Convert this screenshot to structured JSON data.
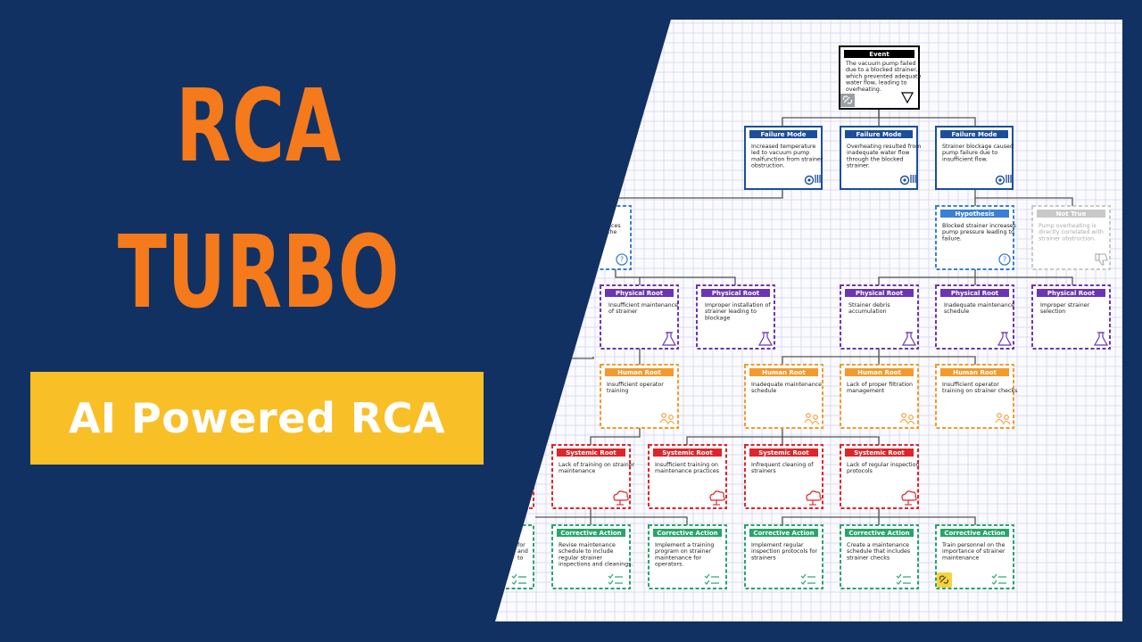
{
  "thumbnail": {
    "title_line_1": "RCA",
    "title_line_2": "TURBO",
    "badge_text": "AI Powered RCA",
    "colors": {
      "background": "#123163",
      "title": "#f47a1b",
      "badge": "#f9bf27",
      "badge_text": "#ffffff"
    }
  },
  "diagram": {
    "colors": {
      "event": "#000000",
      "failure_mode": "#1b4f9c",
      "hypothesis": "#3a7fd6",
      "not_true": "#c8c8c8",
      "physical_root": "#6b35b5",
      "human_root": "#f39a2b",
      "systemic_root": "#e0242a",
      "corrective_action": "#27a56a"
    },
    "event": {
      "label": "Event",
      "lines": [
        "The vacuum pump failed",
        "due to a blocked strainer,",
        "which prevented adequate",
        "water flow, leading to",
        "overheating."
      ]
    },
    "failure_modes": [
      {
        "label": "Failure Mode",
        "lines": [
          "Increased temperature",
          "led to vacuum pump",
          "malfunction from strainer",
          "obstruction."
        ]
      },
      {
        "label": "Failure Mode",
        "lines": [
          "Overheating resulted from",
          "inadequate water flow",
          "through the blocked",
          "strainer."
        ]
      },
      {
        "label": "Failure Mode",
        "lines": [
          "Strainer blockage caused",
          "pump failure due to",
          "insufficient flow."
        ]
      }
    ],
    "hypotheses": [
      {
        "label": "",
        "lines": [
          "uces",
          "the"
        ],
        "kind": "hypothesis"
      },
      {
        "label": "Hypothesis",
        "lines": [
          "Blocked strainer increases",
          "pump pressure leading to",
          "failure."
        ],
        "kind": "hypothesis"
      },
      {
        "label": "Not True",
        "lines": [
          "Pump overheating is",
          "directly correlated with",
          "strainer obstruction."
        ],
        "kind": "not_true"
      }
    ],
    "physical_roots": [
      {
        "label": "Physical Root",
        "lines": [
          "Insufficient maintenance",
          "of strainer"
        ]
      },
      {
        "label": "Physical Root",
        "lines": [
          "Improper installation of",
          "strainer leading to",
          "blockage"
        ]
      },
      {
        "label": "Physical Root",
        "lines": [
          "Strainer debris",
          "accumulation"
        ]
      },
      {
        "label": "Physical Root",
        "lines": [
          "Inadequate maintenance",
          "schedule"
        ]
      },
      {
        "label": "Physical Root",
        "lines": [
          "Improper strainer",
          "selection"
        ]
      }
    ],
    "human_roots": [
      {
        "label": "Human Root",
        "lines": [
          "Insufficient operator",
          "training"
        ]
      },
      {
        "label": "Human Root",
        "lines": [
          "Inadequate maintenance",
          "schedule"
        ]
      },
      {
        "label": "Human Root",
        "lines": [
          "Lack of proper filtration",
          "management"
        ]
      },
      {
        "label": "Human Root",
        "lines": [
          "Insufficient operator",
          "training on strainer checks"
        ]
      }
    ],
    "systemic_roots": [
      {
        "label": "Systemic Root",
        "lines": [
          "Lack of training on strainer",
          "maintenance"
        ]
      },
      {
        "label": "Systemic Root",
        "lines": [
          "Insufficient training on",
          "maintenance practices"
        ]
      },
      {
        "label": "Systemic Root",
        "lines": [
          "Infrequent cleaning of",
          "strainers"
        ]
      },
      {
        "label": "Systemic Root",
        "lines": [
          "Lack of regular inspection",
          "protocols"
        ]
      }
    ],
    "corrective_actions": [
      {
        "label": "",
        "lines": [
          "for",
          "and",
          "to"
        ]
      },
      {
        "label": "Corrective Action",
        "lines": [
          "Revise maintenance",
          "schedule to include",
          "regular strainer",
          "inspections and cleanings."
        ]
      },
      {
        "label": "Corrective Action",
        "lines": [
          "Implement a training",
          "program on strainer",
          "maintenance for",
          "operators."
        ]
      },
      {
        "label": "Corrective Action",
        "lines": [
          "Implement regular",
          "inspection protocols for",
          "strainers"
        ]
      },
      {
        "label": "Corrective Action",
        "lines": [
          "Create a maintenance",
          "schedule that includes",
          "strainer checks"
        ]
      },
      {
        "label": "Corrective Action",
        "lines": [
          "Train personnel on the",
          "importance of strainer",
          "maintenance"
        ]
      }
    ]
  }
}
